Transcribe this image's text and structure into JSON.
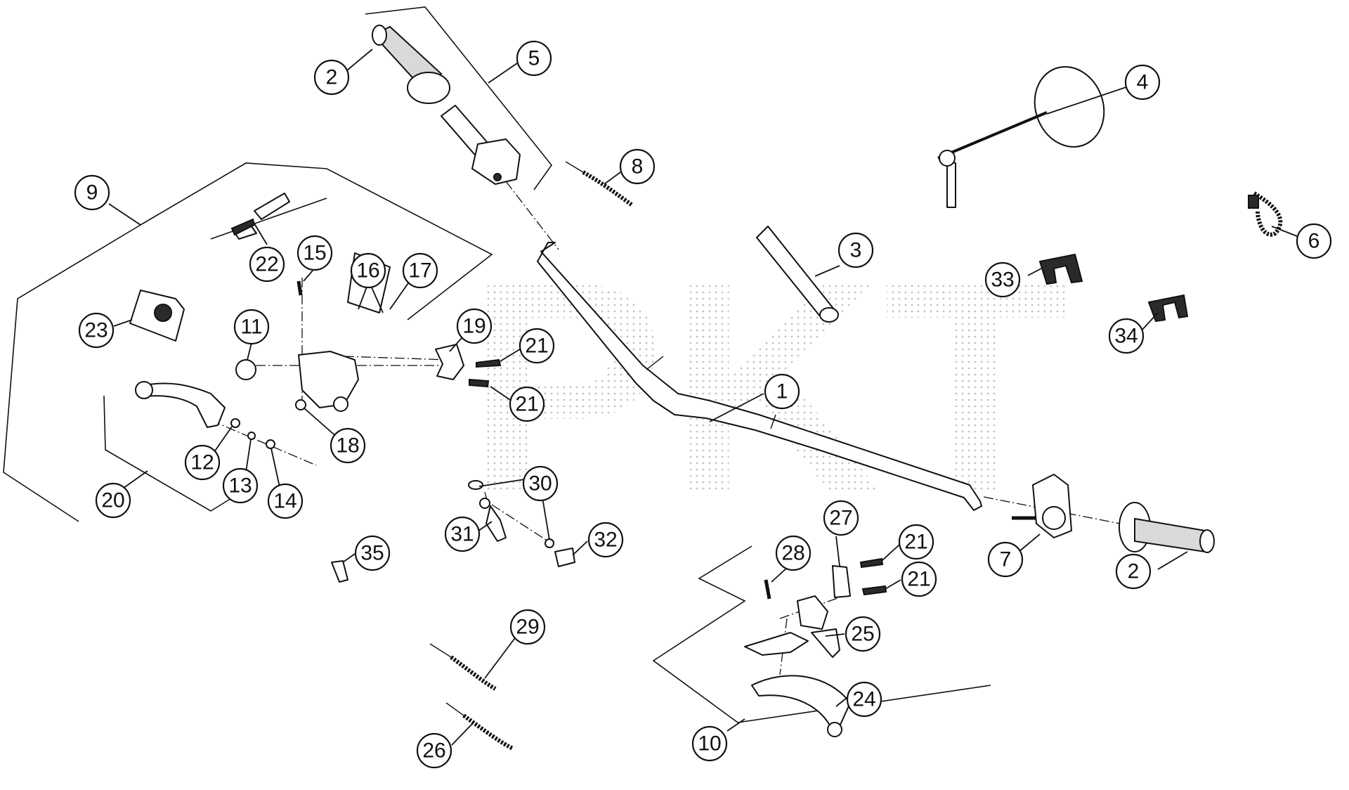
{
  "diagram": {
    "watermark": "PKT",
    "callouts": [
      {
        "id": "c2a",
        "label": "2"
      },
      {
        "id": "c5",
        "label": "5"
      },
      {
        "id": "c4",
        "label": "4"
      },
      {
        "id": "c8",
        "label": "8"
      },
      {
        "id": "c9",
        "label": "9"
      },
      {
        "id": "c6",
        "label": "6"
      },
      {
        "id": "c3",
        "label": "3"
      },
      {
        "id": "c22",
        "label": "22"
      },
      {
        "id": "c15",
        "label": "15"
      },
      {
        "id": "c16",
        "label": "16"
      },
      {
        "id": "c17",
        "label": "17"
      },
      {
        "id": "c33",
        "label": "33"
      },
      {
        "id": "c23",
        "label": "23"
      },
      {
        "id": "c11",
        "label": "11"
      },
      {
        "id": "c19",
        "label": "19"
      },
      {
        "id": "c21a",
        "label": "21"
      },
      {
        "id": "c34",
        "label": "34"
      },
      {
        "id": "c1",
        "label": "1"
      },
      {
        "id": "c21b",
        "label": "21"
      },
      {
        "id": "c18",
        "label": "18"
      },
      {
        "id": "c12",
        "label": "12"
      },
      {
        "id": "c13",
        "label": "13"
      },
      {
        "id": "c14",
        "label": "14"
      },
      {
        "id": "c20",
        "label": "20"
      },
      {
        "id": "c30",
        "label": "30"
      },
      {
        "id": "c27",
        "label": "27"
      },
      {
        "id": "c31",
        "label": "31"
      },
      {
        "id": "c32",
        "label": "32"
      },
      {
        "id": "c21c",
        "label": "21"
      },
      {
        "id": "c7",
        "label": "7"
      },
      {
        "id": "c2b",
        "label": "2"
      },
      {
        "id": "c28",
        "label": "28"
      },
      {
        "id": "c35",
        "label": "35"
      },
      {
        "id": "c21d",
        "label": "21"
      },
      {
        "id": "c29",
        "label": "29"
      },
      {
        "id": "c25",
        "label": "25"
      },
      {
        "id": "c24",
        "label": "24"
      },
      {
        "id": "c10",
        "label": "10"
      },
      {
        "id": "c26",
        "label": "26"
      }
    ]
  }
}
